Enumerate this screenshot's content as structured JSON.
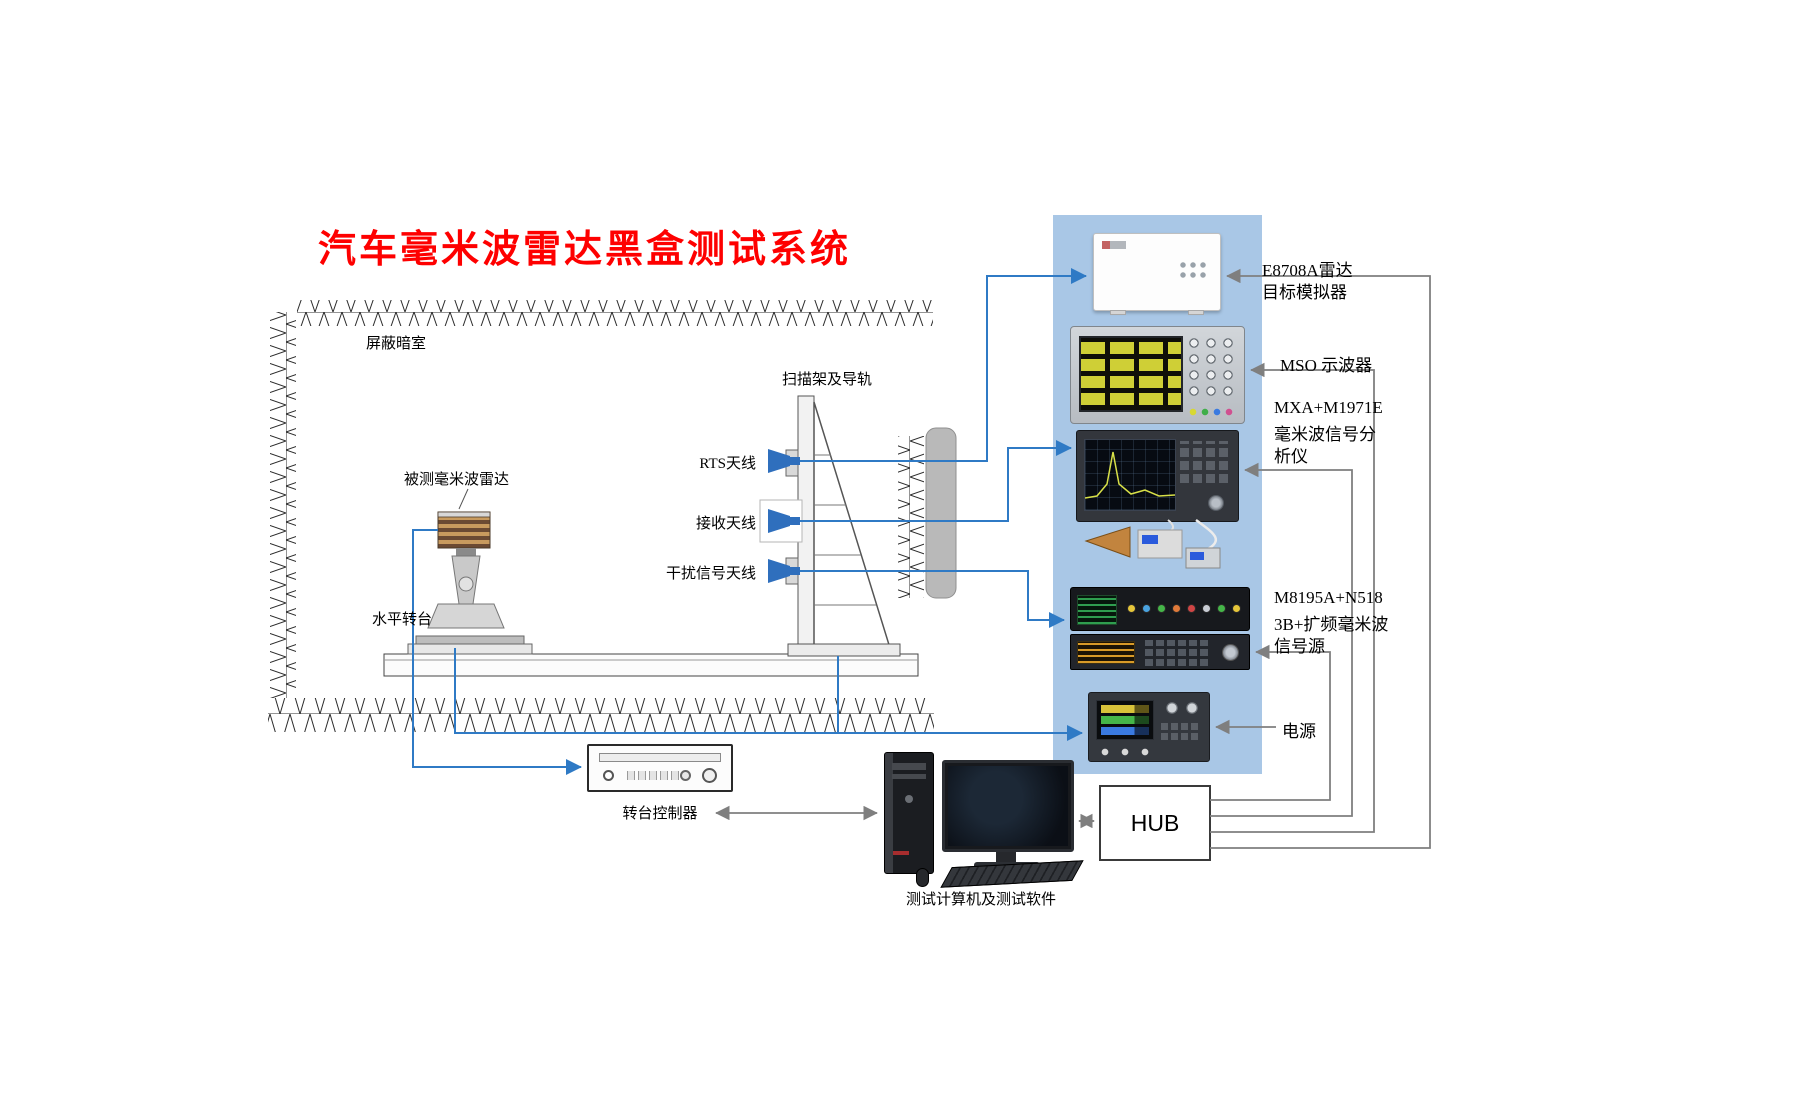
{
  "title": "汽车毫米波雷达黑盒测试系统",
  "chamber": {
    "room_label": "屏蔽暗室",
    "scanner_label": "扫描架及导轨",
    "dut_label": "被测毫米波雷达",
    "turntable_label": "水平转台",
    "antenna_rts": "RTS天线",
    "antenna_rx": "接收天线",
    "antenna_interference": "干扰信号天线"
  },
  "rack": {
    "sim_label_line1": "E8708A雷达",
    "sim_label_line2": "目标模拟器",
    "mso_label": "MSO 示波器",
    "mxa_label_line1": "MXA+M1971E",
    "mxa_label_line2": "毫米波信号分",
    "mxa_label_line3": "析仪",
    "source_label_line1": "M8195A+N518",
    "source_label_line2": "3B+扩频毫米波",
    "source_label_line3": "信号源",
    "power_label": "电源"
  },
  "bottom": {
    "controller_label": "转台控制器",
    "computer_label": "测试计算机及测试软件",
    "hub_label": "HUB"
  },
  "colors": {
    "title_red": "#FE0000",
    "rack_panel_blue": "#A9C7E6",
    "signal_line_blue": "#2F7AC5",
    "data_line_gray": "#7F7F7F",
    "antenna_blue": "#2F6FBD"
  }
}
